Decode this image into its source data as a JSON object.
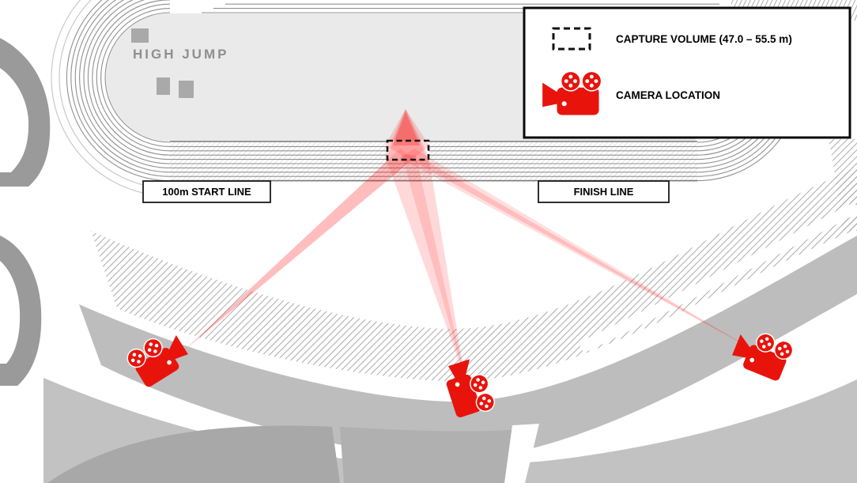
{
  "labels": {
    "high_jump": "HIGH JUMP",
    "start_line": "100m START LINE",
    "finish_line": "FINISH LINE"
  },
  "legend": {
    "capture_volume": "CAPTURE VOLUME (47.0 – 55.5 m)",
    "camera_location": "CAMERA LOCATION"
  },
  "colors": {
    "camera_red": "#e8140c",
    "frustum_red": "#ff1414",
    "stand_grey": "#bdbdbd",
    "infield_grey": "#eaeaea",
    "dark_grey": "#9a9a9a"
  },
  "cameras": [
    {
      "id": "camera-left"
    },
    {
      "id": "camera-center"
    },
    {
      "id": "camera-right"
    }
  ]
}
